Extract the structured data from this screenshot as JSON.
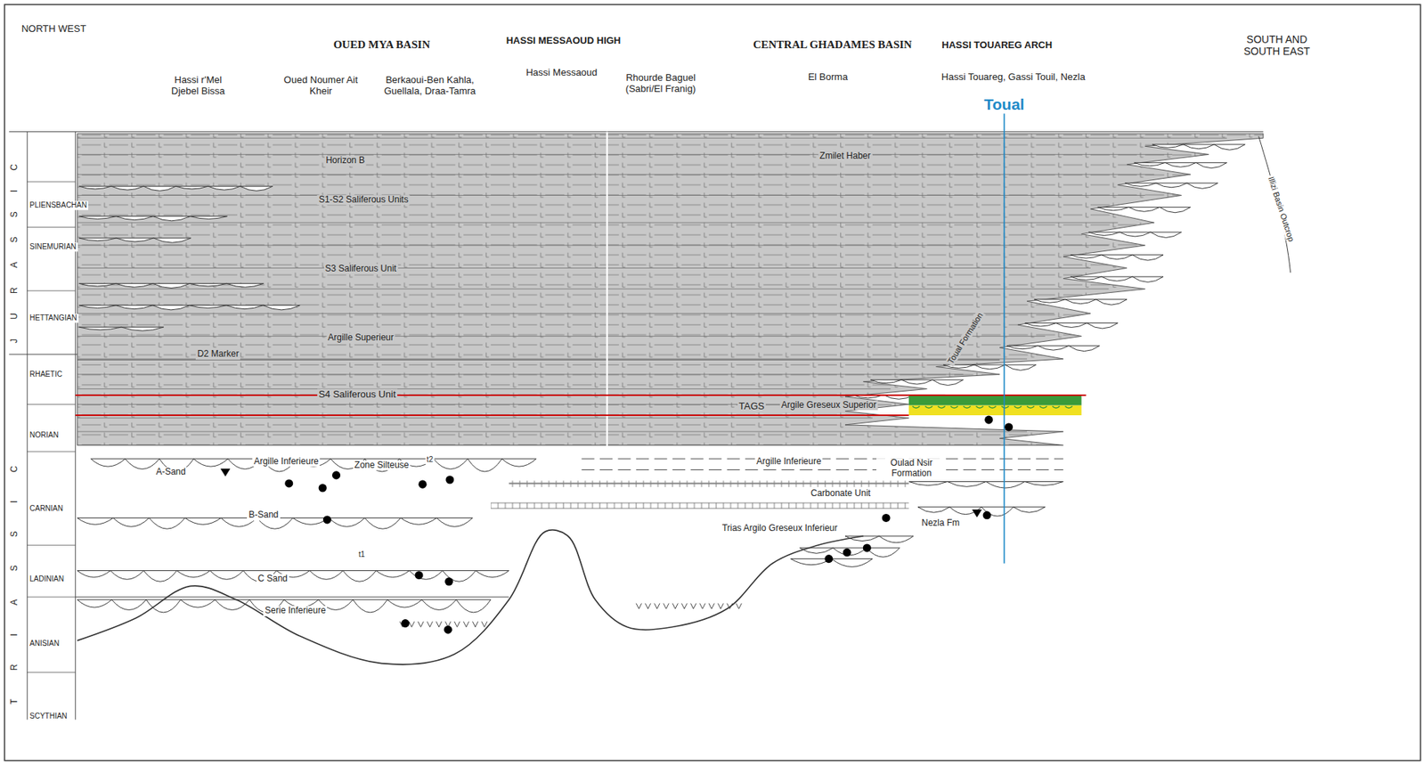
{
  "diagram": {
    "labels": [
      "NORTH WEST",
      "OUED MYA BASIN",
      "HASSI MESSAOUD HIGH",
      "CENTRAL GHADAMES BASIN",
      "HASSI TOUAREG ARCH",
      "SOUTH AND SOUTH EAST",
      "Hassi r'Mel Djebel Bissa",
      "Oued Noumer Ait Kheir",
      "Berkaoui-Ben Kahla, Guellala, Draa-Tamra",
      "Hassi Messaoud",
      "Rhourde Baguel (Sabri/El Franig)",
      "El Borma",
      "Hassi Touareg, Gassi Touil, Nezla",
      "Toual",
      "PLIENSBACHAN",
      "SINEMURIAN",
      "HETTANGIAN",
      "RHAETIC",
      "NORIAN",
      "CARNIAN",
      "LADINIAN",
      "ANISIAN",
      "SCYTHIAN",
      "JURASSIC",
      "TRIASSIC",
      "Horizon B",
      "Zmilet Haber",
      "S1-S2 Saliferous Units",
      "S3 Saliferous Unit",
      "Argille Superieur",
      "D2 Marker",
      "S4 Saliferous Unit",
      "TAGS",
      "Argile Greseux Superior",
      "Toual Formation",
      "A-Sand",
      "Argille Inferieure",
      "Zone Silteuse",
      "t2",
      "Argille Inferieure",
      "Oulad Nsir Formation",
      "Carbonate Unit",
      "B-Sand",
      "Trias Argilo Greseux Inferieur",
      "Nezla Fm",
      "C Sand",
      "t1",
      "Serie Inferieure",
      "Illizi Basin Outcrop"
    ]
  }
}
